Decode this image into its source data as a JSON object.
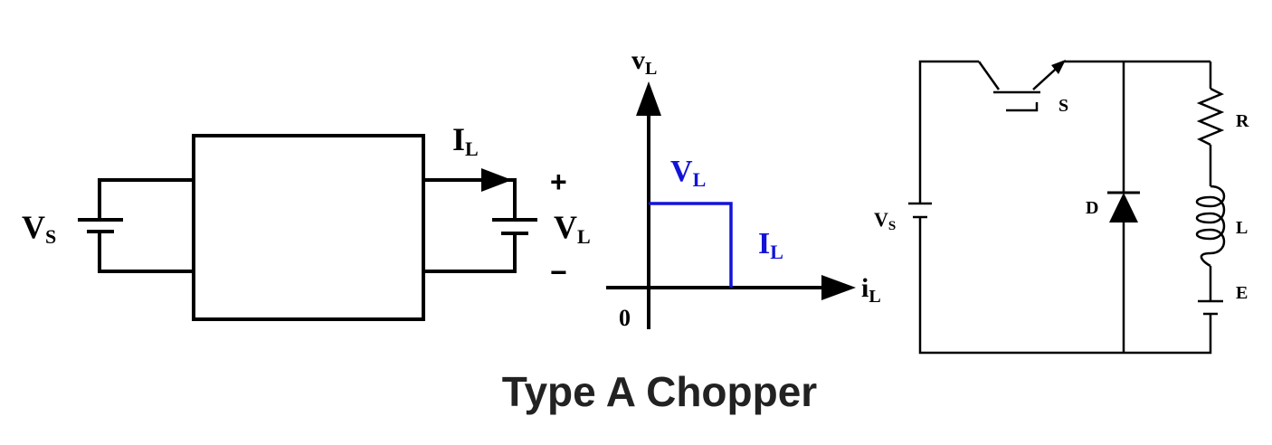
{
  "caption": "Type A Chopper",
  "block_diagram": {
    "source_label": {
      "main": "V",
      "sub": "S"
    },
    "current_label": {
      "main": "I",
      "sub": "L"
    },
    "plus": "+",
    "minus": "−",
    "load_label": {
      "main": "V",
      "sub": "L"
    }
  },
  "quadrant_plot": {
    "y_axis_label": {
      "main": "v",
      "sub": "L"
    },
    "x_axis_label": {
      "main": "i",
      "sub": "L"
    },
    "origin": "0",
    "voltage_label": {
      "main": "V",
      "sub": "L"
    },
    "current_label": {
      "main": "I",
      "sub": "L"
    },
    "highlight_color": "#1414d8"
  },
  "circuit": {
    "switch_label": "S",
    "diode_label": "D",
    "source_label": {
      "main": "V",
      "sub": "S"
    },
    "resistor_label": "R",
    "inductor_label": "L",
    "emf_label": "E"
  },
  "colors": {
    "line": "#000000",
    "blue": "#1414d8",
    "caption": "#222222"
  }
}
